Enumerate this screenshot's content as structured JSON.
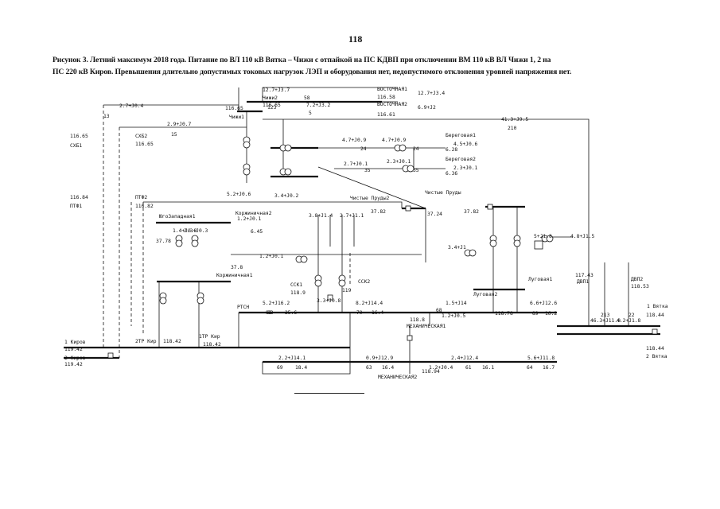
{
  "page_number": "118",
  "caption": {
    "line1": "Рисунок 3. Летний максимум 2018 года. Питание по ВЛ 110 кВ Вятка – Чижи с отпайкой на ПС КДВП при отключении ВМ 110 кВ ВЛ Чижи 1, 2 на",
    "line2": "ПС 220 кВ Киров. Превышения длительно допустимых токовых нагрузок ЛЭП и оборудования нет, недопустимого отклонения уровней напряжения нет."
  },
  "substations": [
    {
      "name": "Чижи1",
      "voltage": "116.65"
    },
    {
      "name": "Чижи2",
      "voltage": "116.65"
    },
    {
      "name": "ВОСТОЧНАЯ1",
      "voltage": "116.58"
    },
    {
      "name": "ВОСТОЧНАЯ2",
      "voltage": "116.61"
    },
    {
      "name": "СХБ1",
      "voltage": "116.65"
    },
    {
      "name": "СХБ2",
      "voltage": "116.65"
    },
    {
      "name": "ПТФ1",
      "voltage": "116.84"
    },
    {
      "name": "ПТФ2",
      "voltage": "116.82"
    },
    {
      "name": "Береговая1",
      "voltage": "6.28"
    },
    {
      "name": "Береговая2",
      "voltage": "6.36"
    },
    {
      "name": "Чистые Пруды2",
      "voltage": "37.82"
    },
    {
      "name": "Чистые Пруды",
      "voltage": "37.24"
    },
    {
      "name": "ЮгоЗападная1",
      "voltage": "37.78"
    },
    {
      "name": "Коржиничная2",
      "voltage": "6.45"
    },
    {
      "name": "Коржиничная1",
      "voltage": "37.8"
    },
    {
      "name": "ССК1",
      "voltage": "118.9"
    },
    {
      "name": "ССК2",
      "voltage": "119"
    },
    {
      "name": "2ТР Кир",
      "voltage": "118.42"
    },
    {
      "name": "1ТР Кир",
      "voltage": "118.42"
    },
    {
      "name": "РТСН",
      "voltage": "82"
    },
    {
      "name": "МЕХАНИЧЕСКАЯ1",
      "voltage": "118.8"
    },
    {
      "name": "МЕХАНИЧЕСКАЯ2",
      "voltage": "118.94"
    },
    {
      "name": "Луговая1",
      "voltage": "37.82"
    },
    {
      "name": "Луговая2",
      "voltage": "118.78"
    },
    {
      "name": "ДВП1",
      "voltage": "117.43"
    },
    {
      "name": "ДВП2",
      "voltage": "118.53"
    },
    {
      "name": "1 Вятка",
      "voltage": "118.44"
    },
    {
      "name": "2 Вятка",
      "voltage": "118.44"
    },
    {
      "name": "1 Киров",
      "voltage": "119.42"
    },
    {
      "name": "2 Киров",
      "voltage": "119.42"
    }
  ],
  "flows": [
    "12.7+J3.7",
    "2.7+J0.4",
    "2.9+J0.7",
    "7.2+J3.2",
    "12.7+J3.4",
    "6.9+J2",
    "41.3+J9.5",
    "4.7+J0.9",
    "4.7+J0.9",
    "4.5+J0.6",
    "2.7+J0.1",
    "2.3+J0.1",
    "2.3+J0.1",
    "3.4+J0.2",
    "5.2+J0.6",
    "1.4+J0.9",
    "2.3+J0.3",
    "1.2+J0.1",
    "3.8+J1.4",
    "2.7+J1.1",
    "1.2+J0.1",
    "5.2+J16.2",
    "8.2+J14.4",
    "1.5+J14",
    "6.6+J12.6",
    "2.2+J14.1",
    "0.9+J12.9",
    "2.4+J12.4",
    "5.6+J11.8",
    "1.2+J0.4",
    "3.3+J0.8",
    "5+J1.8",
    "4.8+J1.5",
    "3.4+J1",
    "1.2+J0.5",
    "46.3+J11.9",
    "4.2+J1.8"
  ],
  "line_loads": [
    "58",
    "123",
    "5",
    "15",
    "13",
    "210",
    "24",
    "24",
    "35",
    "35",
    "82",
    "25.6",
    "70",
    "16.4",
    "68",
    "89",
    "16.2",
    "69",
    "18.4",
    "63",
    "16.4",
    "61",
    "16.1",
    "64",
    "16.7",
    "22",
    "213"
  ]
}
